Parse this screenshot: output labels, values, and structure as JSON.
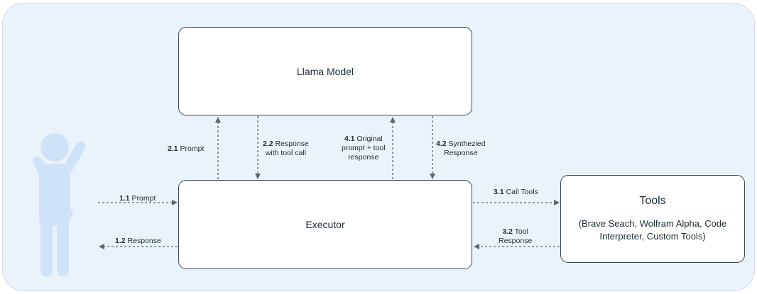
{
  "diagram": {
    "nodes": {
      "llama_model": "Llama Model",
      "executor": "Executor",
      "tools": "Tools",
      "tools_detail": "(Brave Seach, Wolfram Alpha, Code Interpreter, Custom Tools)"
    },
    "edges": {
      "e11": {
        "step": "1.1",
        "text": "Prompt"
      },
      "e12": {
        "step": "1.2",
        "text": "Response"
      },
      "e21": {
        "step": "2.1",
        "text": "Prompt"
      },
      "e22": {
        "step": "2.2",
        "text_line1": "Response",
        "text_line2": "with tool call"
      },
      "e31": {
        "step": "3.1",
        "text": "Call Tools"
      },
      "e32": {
        "step": "3.2",
        "text_line1": "Tool",
        "text_line2": "Response"
      },
      "e41": {
        "step": "4.1",
        "text_line1": "Original",
        "text_line2": "prompt + tool",
        "text_line3": "response"
      },
      "e42": {
        "step": "4.2",
        "text_line1": "Synthezied",
        "text_line2": "Response"
      }
    },
    "colors": {
      "background": "#eaf3fc",
      "user_figure": "#cfe3f8",
      "box_border": "#3b4a56",
      "arrow": "#5a6772"
    },
    "icons": {
      "user": "person-icon"
    }
  }
}
